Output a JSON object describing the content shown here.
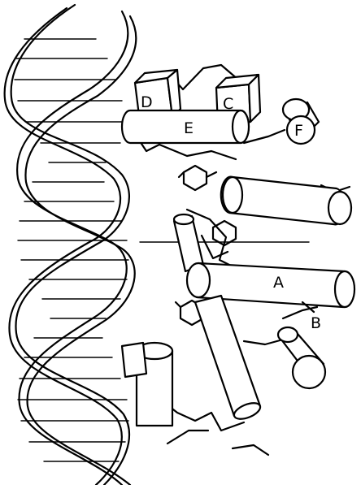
{
  "figure": {
    "labels": {
      "a": "A",
      "b": "B",
      "c": "C",
      "d": "D",
      "e": "E",
      "f": "F"
    }
  },
  "colors": {
    "ink": "#000000",
    "paper": "#ffffff"
  }
}
